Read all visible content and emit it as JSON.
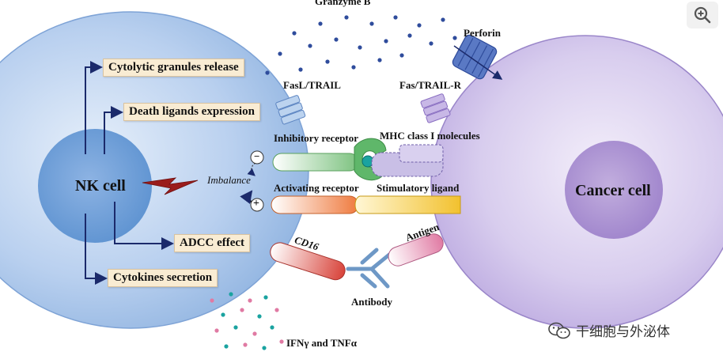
{
  "labels": {
    "granzyme": "Granzyme B",
    "perforin": "Perforin",
    "fasl_trail": "FasL/TRAIL",
    "fas_trail_r": "Fas/TRAIL-R",
    "inhibitory_receptor": "Inhibitory receptor",
    "mhc": "MHC class I molecules",
    "imbalance": "Imbalance",
    "activating_receptor": "Activating receptor",
    "stimulatory_ligand": "Stimulatory ligand",
    "cd16": "CD16",
    "antigen": "Antigen",
    "antibody": "Antibody",
    "ifn": "IFNγ and TNFα",
    "nk_cell": "NK cell",
    "cancer_cell": "Cancer cell",
    "minus": "−",
    "plus": "+"
  },
  "functions": [
    "Cytolytic granules release",
    "Death ligands expression",
    "ADCC effect",
    "Cytokines secretion"
  ],
  "watermark": "干细胞与外泌体",
  "colors": {
    "nk_cell": "#8fb3e0",
    "nucleus": "#5e93d1",
    "cancer_cell": "#bfaee0",
    "arrow": "#1b2a6b",
    "label_box": "#f9ecd3"
  },
  "icons": {
    "zoom": "zoom-in-icon",
    "wechat": "wechat-icon",
    "lightning": "lightning-bolt-icon"
  }
}
